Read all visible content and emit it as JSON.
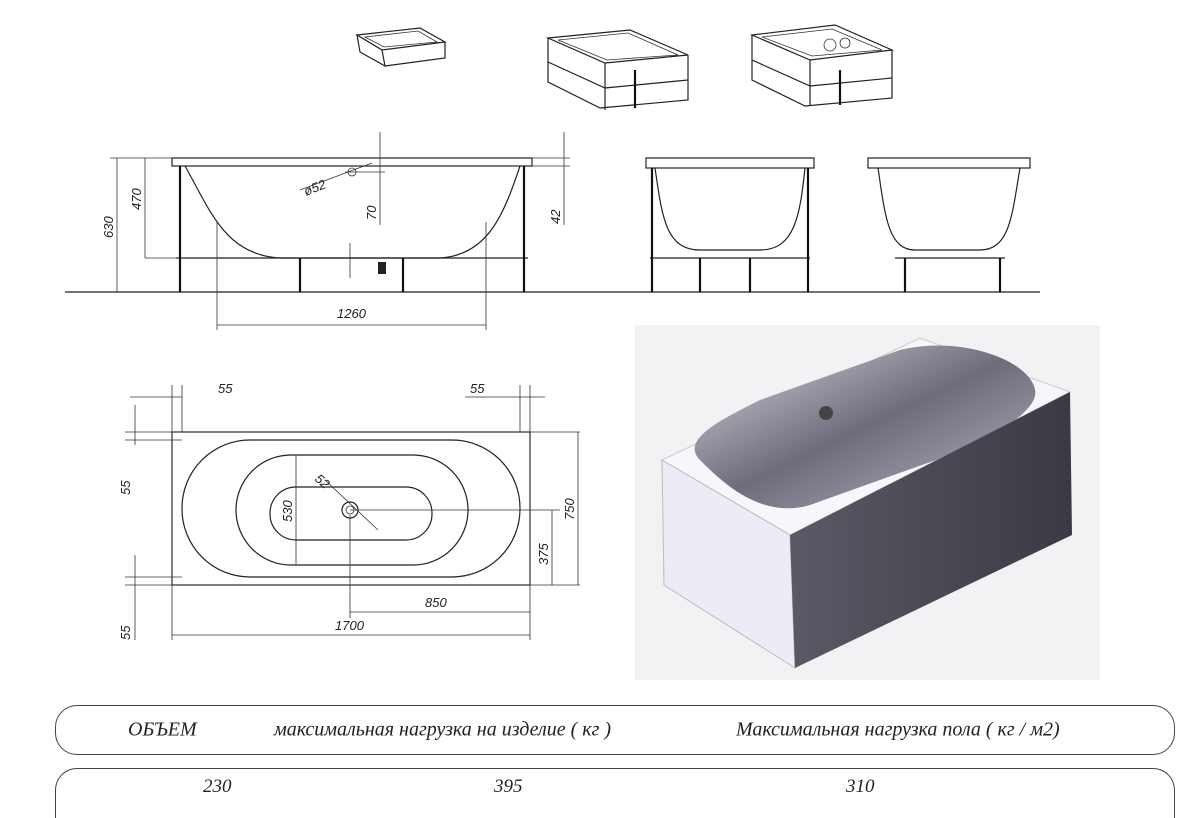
{
  "drawing": {
    "elevation_dims": {
      "height_total": "630",
      "height_inner": "470",
      "overflow_diameter": "ø52",
      "overflow_offset": "70",
      "rim_thickness": "42",
      "bottom_length": "1260"
    },
    "plan_dims": {
      "margin_left": "55",
      "margin_right": "55",
      "margin_top": "55",
      "margin_bottom": "55",
      "drain_diameter": "52",
      "inner_width": "530",
      "width": "750",
      "drain_to_side": "375",
      "drain_to_end": "850",
      "length": "1700"
    }
  },
  "table": {
    "headers": [
      "ОБЪЕМ",
      "максимальная нагрузка на изделие ( кг )",
      "Максимальная нагрузка пола ( кг / м2)"
    ],
    "values": [
      "230",
      "395",
      "310"
    ]
  }
}
